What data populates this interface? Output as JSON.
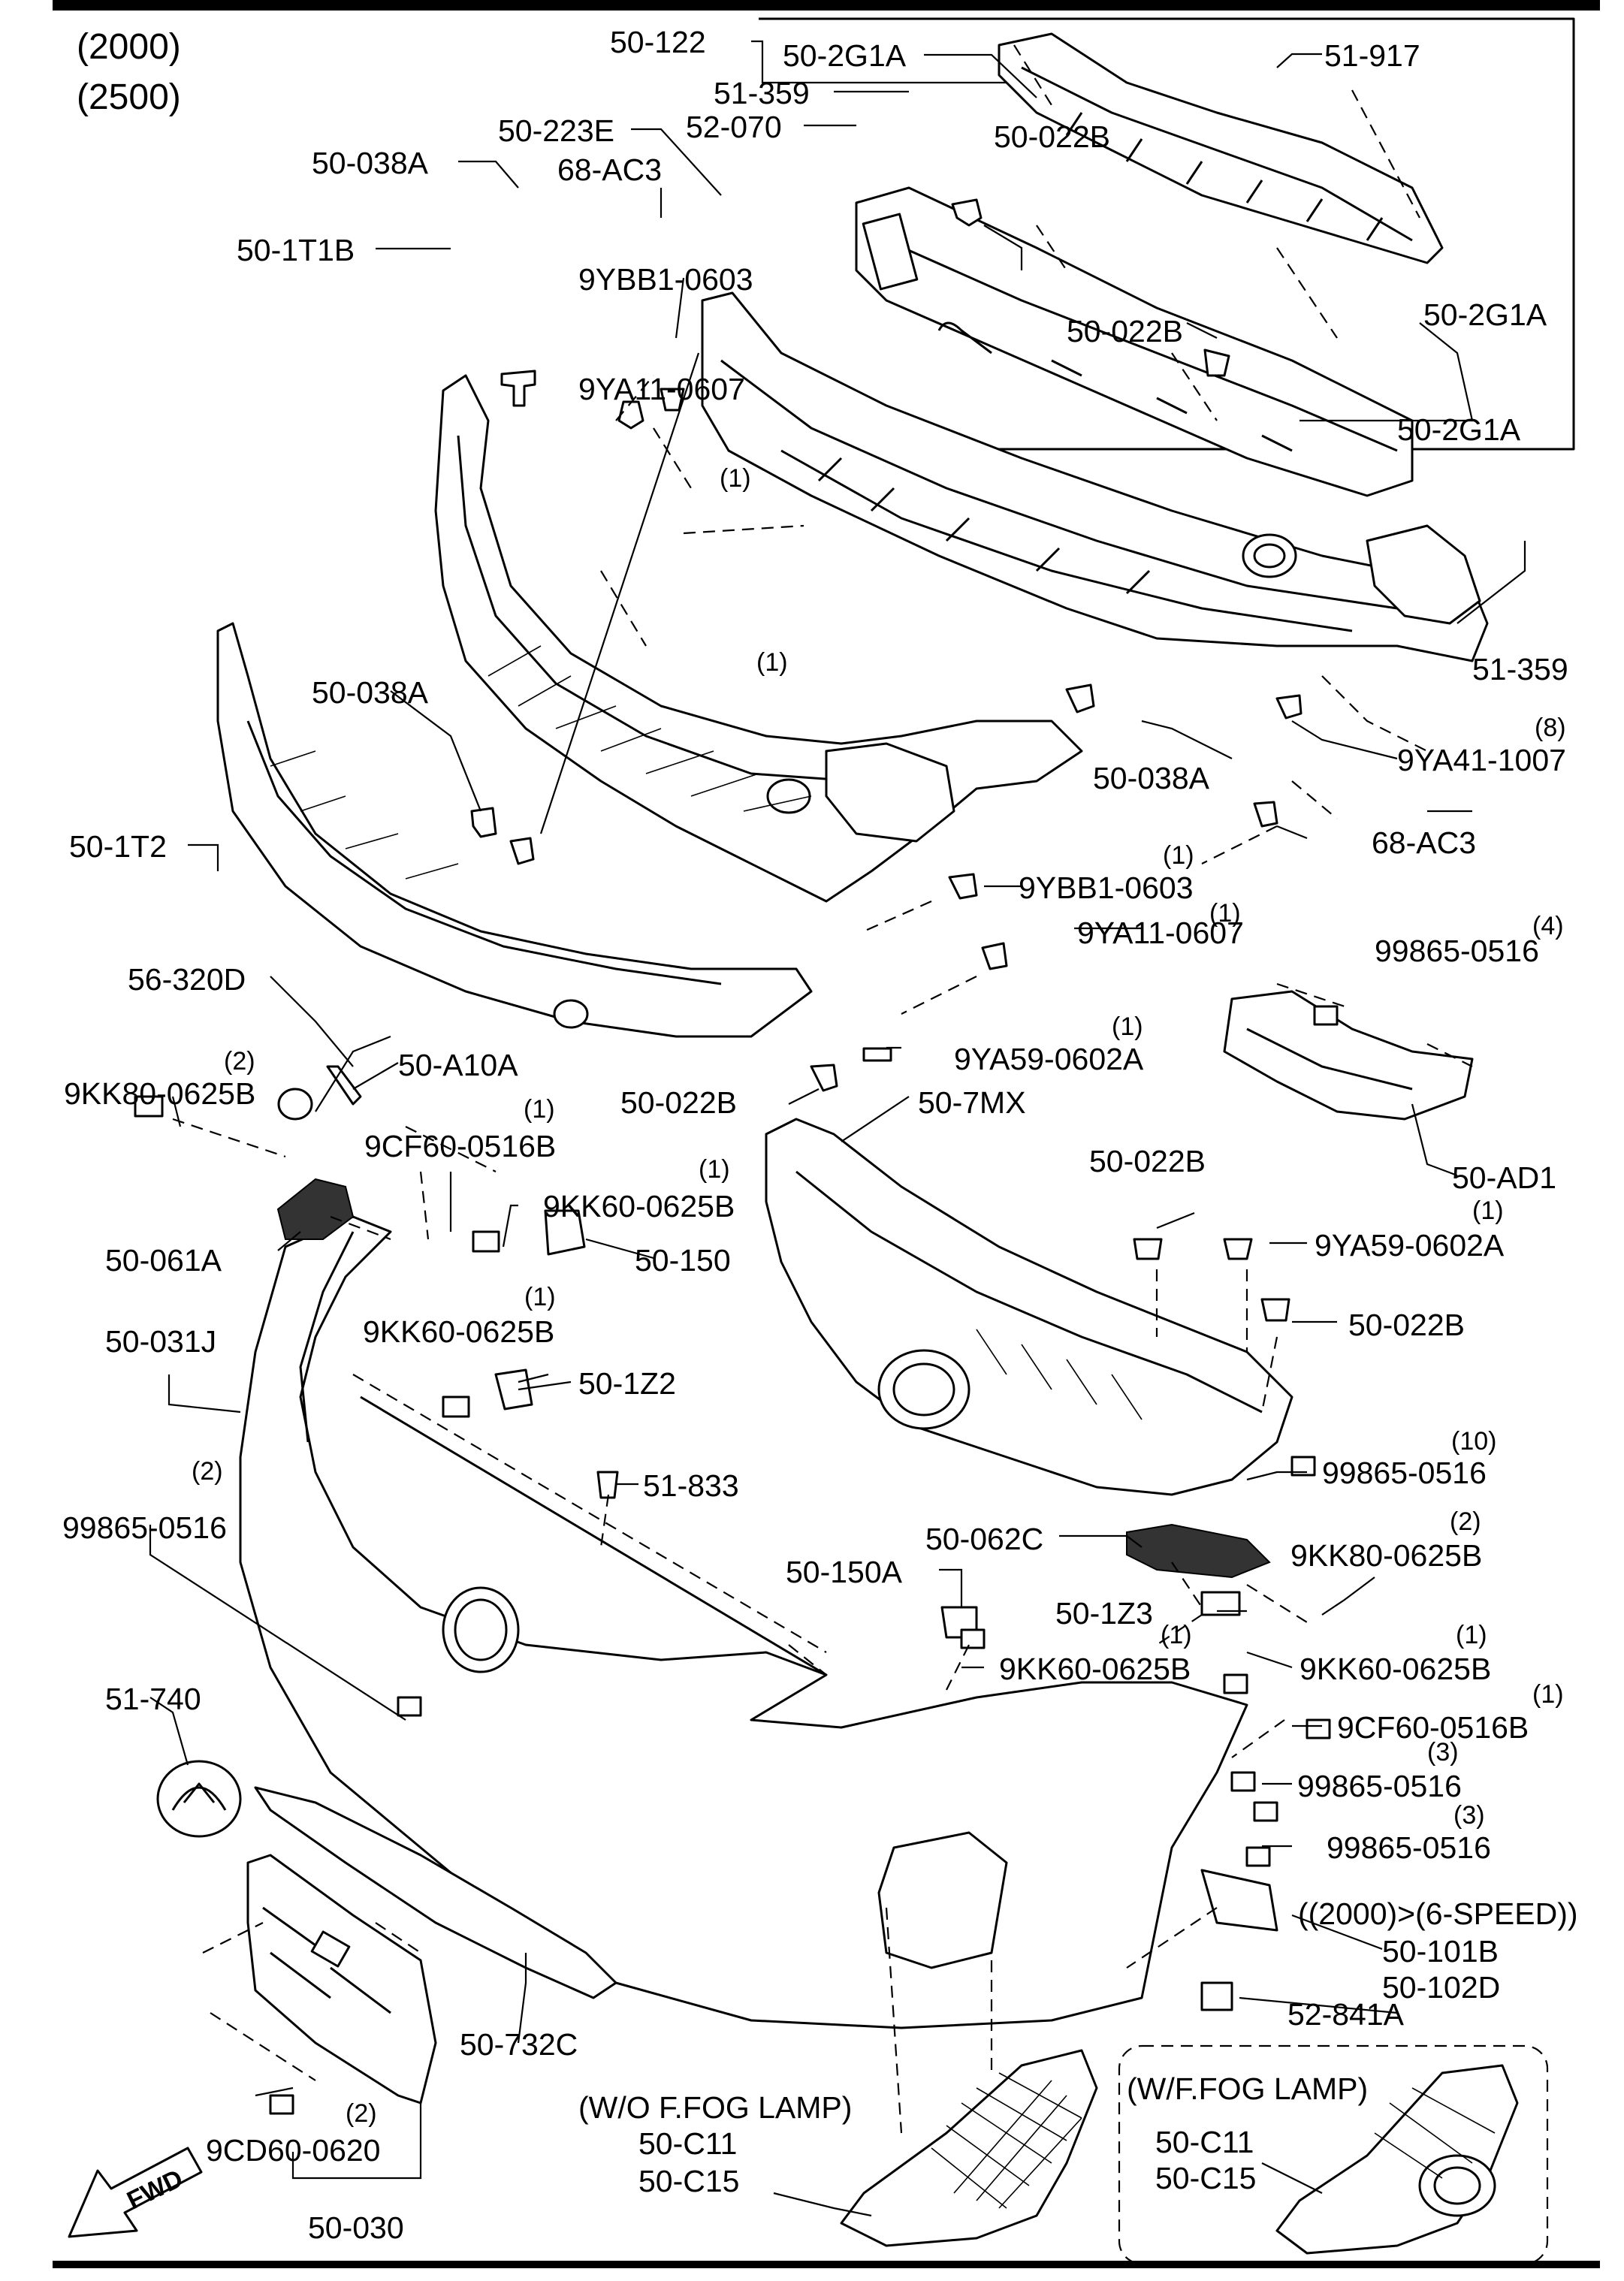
{
  "header": {
    "model_line1": "(2000)",
    "model_line2": "(2500)"
  },
  "notes": {
    "wf_fog_lamp": "(W/F.FOG LAMP)",
    "wo_fog_lamp": "(W/O F.FOG LAMP)",
    "speed_note": "((2000)>(6-SPEED))",
    "fwd": "FWD"
  },
  "labels": [
    "50-122",
    "50-2G1A",
    "51-917",
    "51-359",
    "52-070",
    "50-022B",
    "50-223E",
    "50-022B",
    "50-2G1A",
    "50-038A",
    "68-AC3",
    "50-2G1A",
    "50-1T1B",
    "9YBB1-0603",
    "51-359",
    "9YA11-0607",
    "50-038A",
    "50-038A",
    "9YA41-1007",
    "50-1T2",
    "68-AC3",
    "9YBB1-0603",
    "9YA11-0607",
    "99865-0516",
    "56-320D",
    "9KK80-0625B",
    "50-A10A",
    "9YA59-0602A",
    "50-022B",
    "50-7MX",
    "50-AD1",
    "9CF60-0516B",
    "9KK60-0625B",
    "50-022B",
    "9YA59-0602A",
    "50-061A",
    "50-150",
    "50-022B",
    "50-031J",
    "9KK60-0625B",
    "50-1Z2",
    "99865-0516",
    "51-833",
    "99865-0516",
    "50-062C",
    "9KK80-0625B",
    "50-150A",
    "50-1Z3",
    "9KK60-0625B",
    "9KK60-0625B",
    "51-740",
    "9CF60-0516B",
    "99865-0516",
    "99865-0516",
    "50-101B",
    "50-102D",
    "52-841A",
    "50-732C",
    "50-C11",
    "50-C15",
    "9CD60-0620",
    "50-C11",
    "50-C15",
    "50-030"
  ],
  "quantities": [
    "(1)",
    "(1)",
    "(8)",
    "(1)",
    "(1)",
    "(4)",
    "(2)",
    "(1)",
    "(1)",
    "(1)",
    "(1)",
    "(1)",
    "(10)",
    "(2)",
    "(2)",
    "(1)",
    "(1)",
    "(1)",
    "(3)",
    "(3)",
    "(2)"
  ]
}
